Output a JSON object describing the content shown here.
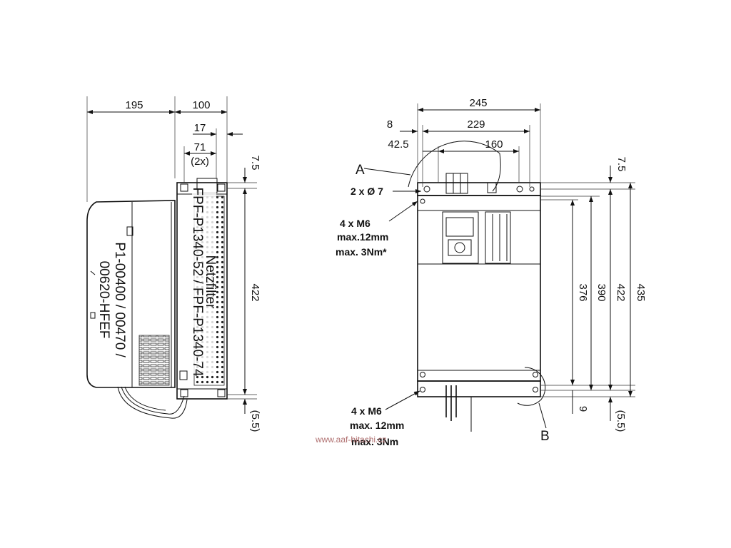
{
  "side_view": {
    "dims": {
      "width_195": "195",
      "width_100": "100",
      "width_17": "17",
      "width_71": "71",
      "count_2x": "(2x)",
      "top_7_5": "7.5",
      "height_422": "422",
      "bottom_5_5": "(5.5)"
    },
    "filter_label_line1": "Netzfilter",
    "filter_label_line2": "FPF-P1340-52 / FPF-P1340-74",
    "drive_label_line1": "P1-00400 / 00470 /",
    "drive_label_line2": "00620-HFEF"
  },
  "front_view": {
    "dims": {
      "width_245": "245",
      "width_8": "8",
      "width_229": "229",
      "width_42_5": "42.5",
      "width_160": "160",
      "top_7_5": "7.5",
      "height_376": "376",
      "height_390": "390",
      "height_422": "422",
      "height_435": "435",
      "bottom_9": "9",
      "bottom_5_5": "(5.5)"
    },
    "callout_a": "A",
    "callout_b": "B",
    "holes": "2 x Ø 7",
    "top_screws": [
      "4 x M6",
      "max.12mm",
      "max. 3Nm*"
    ],
    "bottom_screws": [
      "4 x M6",
      "max. 12mm",
      "max. 3Nm"
    ]
  },
  "watermark": "www.aaf-hitachi.cz"
}
